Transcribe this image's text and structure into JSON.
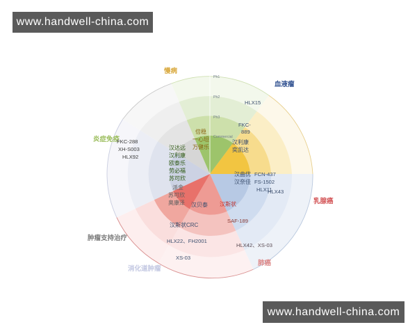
{
  "watermark": {
    "top": "www.handwell-china.com",
    "bottom": "www.handwell-china.com"
  },
  "chart_data": {
    "type": "pie",
    "title": "",
    "subtitle": "",
    "legend_position": "around-perimeter",
    "rings": [
      {
        "key": "commercial",
        "label": "Commercial",
        "order": 1
      },
      {
        "key": "ph3",
        "label": "Ph3",
        "order": 2
      },
      {
        "key": "ph2",
        "label": "Ph2",
        "order": 3
      },
      {
        "key": "ph1",
        "label": "Ph1",
        "order": 4
      }
    ],
    "categories": [
      {
        "id": "hematologic",
        "label": "血液瘤",
        "color": "#2e4f8f",
        "start_deg": 0,
        "end_deg": 65,
        "items": {
          "commercial": [
            "汉利康",
            "奕凯达"
          ],
          "ph3": [
            "FKC-889"
          ],
          "ph2": [],
          "ph1": [
            "HLX15"
          ]
        }
      },
      {
        "id": "breast",
        "label": "乳腺癌",
        "color": "#d4595b",
        "start_deg": 65,
        "end_deg": 120,
        "items": {
          "commercial": [
            "汉曲优",
            "汉奈佳"
          ],
          "ph3": [
            "FCN-437",
            "FS-1502",
            "HLX11"
          ],
          "ph2": [],
          "ph1": [
            "HLX43"
          ]
        }
      },
      {
        "id": "lung",
        "label": "肺癌",
        "color": "#d4595b",
        "start_deg": 120,
        "end_deg": 155,
        "items": {
          "commercial": [
            "汉斯状"
          ],
          "ph3": [
            "SAF-189"
          ],
          "ph2": [],
          "ph1": [
            "HLX42、XS-03"
          ]
        }
      },
      {
        "id": "gastrointestinal",
        "label": "消化道肿瘤",
        "color": "#b9bedd",
        "start_deg": 155,
        "end_deg": 212,
        "items": {
          "commercial": [
            "汉贝泰"
          ],
          "ph3": [
            "汉斯状CRC"
          ],
          "ph2": [
            "HLX22、FH2001"
          ],
          "ph1": [
            "XS-03"
          ]
        }
      },
      {
        "id": "supportive",
        "label": "肿瘤支持治疗",
        "color": "#6c6c6c",
        "start_deg": 212,
        "end_deg": 248,
        "items": {
          "commercial": [
            "派金",
            "苏可欣",
            "奥康泽"
          ],
          "ph3": [],
          "ph2": [],
          "ph1": []
        }
      },
      {
        "id": "inflammation",
        "label": "炎症免疫",
        "color": "#8cb24a",
        "start_deg": 248,
        "end_deg": 305,
        "items": {
          "commercial": [
            "汉达远",
            "汉利康",
            "欧泰乐",
            "劳必福",
            "苏可欣"
          ],
          "ph3": [],
          "ph2": [],
          "ph1": [
            "FKC-288",
            "XH-S003",
            "HLX92"
          ]
        }
      },
      {
        "id": "chronic",
        "label": "慢病",
        "color": "#d9a93e",
        "start_deg": 305,
        "end_deg": 360,
        "items": {
          "commercial": [
            "倍稳",
            "一心坦",
            "万健乐"
          ],
          "ph3": [],
          "ph2": [],
          "ph1": []
        }
      }
    ]
  },
  "labels": {
    "chronic": "慢病",
    "hematologic": "血液瘤",
    "breast": "乳腺癌",
    "lung": "肺癌",
    "gastrointestinal": "消化道肿瘤",
    "supportive": "肿瘤支持治疗",
    "inflammation": "炎症免疫"
  },
  "ring_ticks": {
    "ph1": "Ph1",
    "ph2": "Ph2",
    "ph3": "Ph3",
    "commercial": "Commercial"
  },
  "drugs": {
    "hema_ph1": "HLX15",
    "hema_ph3_a": "FKC-",
    "hema_ph3_b": "889",
    "hema_com_a": "汉利康",
    "hema_com_b": "奕凯达",
    "breast_ph1": "HLX43",
    "breast_ph3_a": "FCN-437",
    "breast_ph3_b": "FS-1502",
    "breast_ph3_c": "HLX11",
    "breast_com_a": "汉曲优",
    "breast_com_b": "汉奈佳",
    "lung_com": "汉斯状",
    "lung_ph3": "SAF-189",
    "lung_ph1": "HLX42、XS-03",
    "gi_com": "汉贝泰",
    "gi_ph3": "汉斯状CRC",
    "gi_ph2": "HLX22、FH2001",
    "gi_ph1": "XS-03",
    "sup_com_a": "派金",
    "sup_com_b": "苏可欣",
    "sup_com_c": "奥康泽",
    "inf_ph1_a": "FKC-288",
    "inf_ph1_b": "XH-S003",
    "inf_ph1_c": "HLX92",
    "inf_com_a": "汉达远",
    "inf_com_b": "汉利康",
    "inf_com_c": "欧泰乐",
    "inf_com_d": "劳必福",
    "inf_com_e": "苏可欣",
    "chr_com_a": "倍稳",
    "chr_com_b": "一心坦",
    "chr_com_c": "万健乐"
  },
  "colors": {
    "hematologic": "#2e4f8f",
    "breast": "#d4595b",
    "lung": "#d4595b",
    "gastrointestinal": "#b9bedd",
    "supportive": "#6c6c6c",
    "inflammation": "#8cb24a",
    "chronic": "#d9a93e",
    "watermark_bg": "#5a5a5a"
  }
}
